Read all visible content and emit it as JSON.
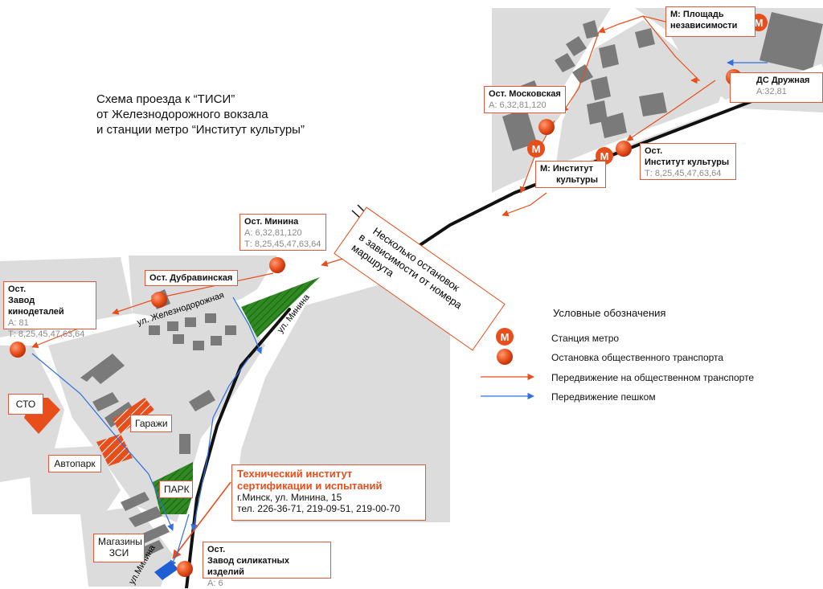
{
  "heading": {
    "line1": "Схема проезда к “ТИСИ”",
    "line2": "от Железнодорожного вокзала",
    "line3": "и станции метро “Институт культуры”"
  },
  "stops": {
    "metro_square": {
      "line1": "М: Площадь",
      "line2": "независимости"
    },
    "ds_druzhnaya": {
      "title": "ДС Дружная",
      "routes": "А:32,81"
    },
    "moskovskaya": {
      "title": "Ост. Московская",
      "routes": "А: 6,32,81,120"
    },
    "metro_culture": {
      "line1": "М: Институт",
      "line2": "культуры"
    },
    "inst_culture": {
      "line1": "Ост.",
      "line2": "Институт культуры",
      "routes": "Т: 8,25,45,47,63,64"
    },
    "minina": {
      "title": "Ост. Минина",
      "routes_a": "А: 6,32,81,120",
      "routes_t": "Т: 8,25,45,47,63,64"
    },
    "dubravinskaya": {
      "title": "Ост. Дубравинская"
    },
    "kinodetali": {
      "line1": "Ост.",
      "line2": "Завод кинодеталей",
      "routes_a": "А: 81",
      "routes_t": "Т: 8,25,45,47,63,64"
    },
    "silicate": {
      "line1": "Ост.",
      "line2": "Завод силикатных изделий",
      "routes": "А: 6"
    }
  },
  "note": {
    "text_line1": "Несколько остановок",
    "text_line2": "в зависимости от номера",
    "text_line3": "маршрута"
  },
  "places": {
    "sto": "СТО",
    "garages": "Гаражи",
    "autopark": "Автопарк",
    "park": "ПАРК",
    "shops_line1": "Магазины",
    "shops_line2": "ЗСИ"
  },
  "streets": {
    "zheleznodorozhnaya": "ул. Железнодорожная",
    "minina_top": "ул. Минина",
    "minina_bottom": "ул.Минина"
  },
  "destination": {
    "name_line1": "Технический институт",
    "name_line2": "сертификации и испытаний",
    "address": "г.Минск, ул. Минина, 15",
    "phones": "тел. 226-36-71, 219-09-51, 219-00-70"
  },
  "legend": {
    "title": "Условные обозначения",
    "metro": "Станция метро",
    "stop": "Остановка общественного транспорта",
    "transport": "Передвижение на общественном транспорте",
    "walk": "Передвижение пешком",
    "metro_glyph": "М"
  },
  "colors": {
    "accent": "#e84e1b",
    "walk": "#2f6fe0",
    "park": "#2f8a22",
    "block": "#dcdcdc",
    "building": "#7a7a7a"
  }
}
